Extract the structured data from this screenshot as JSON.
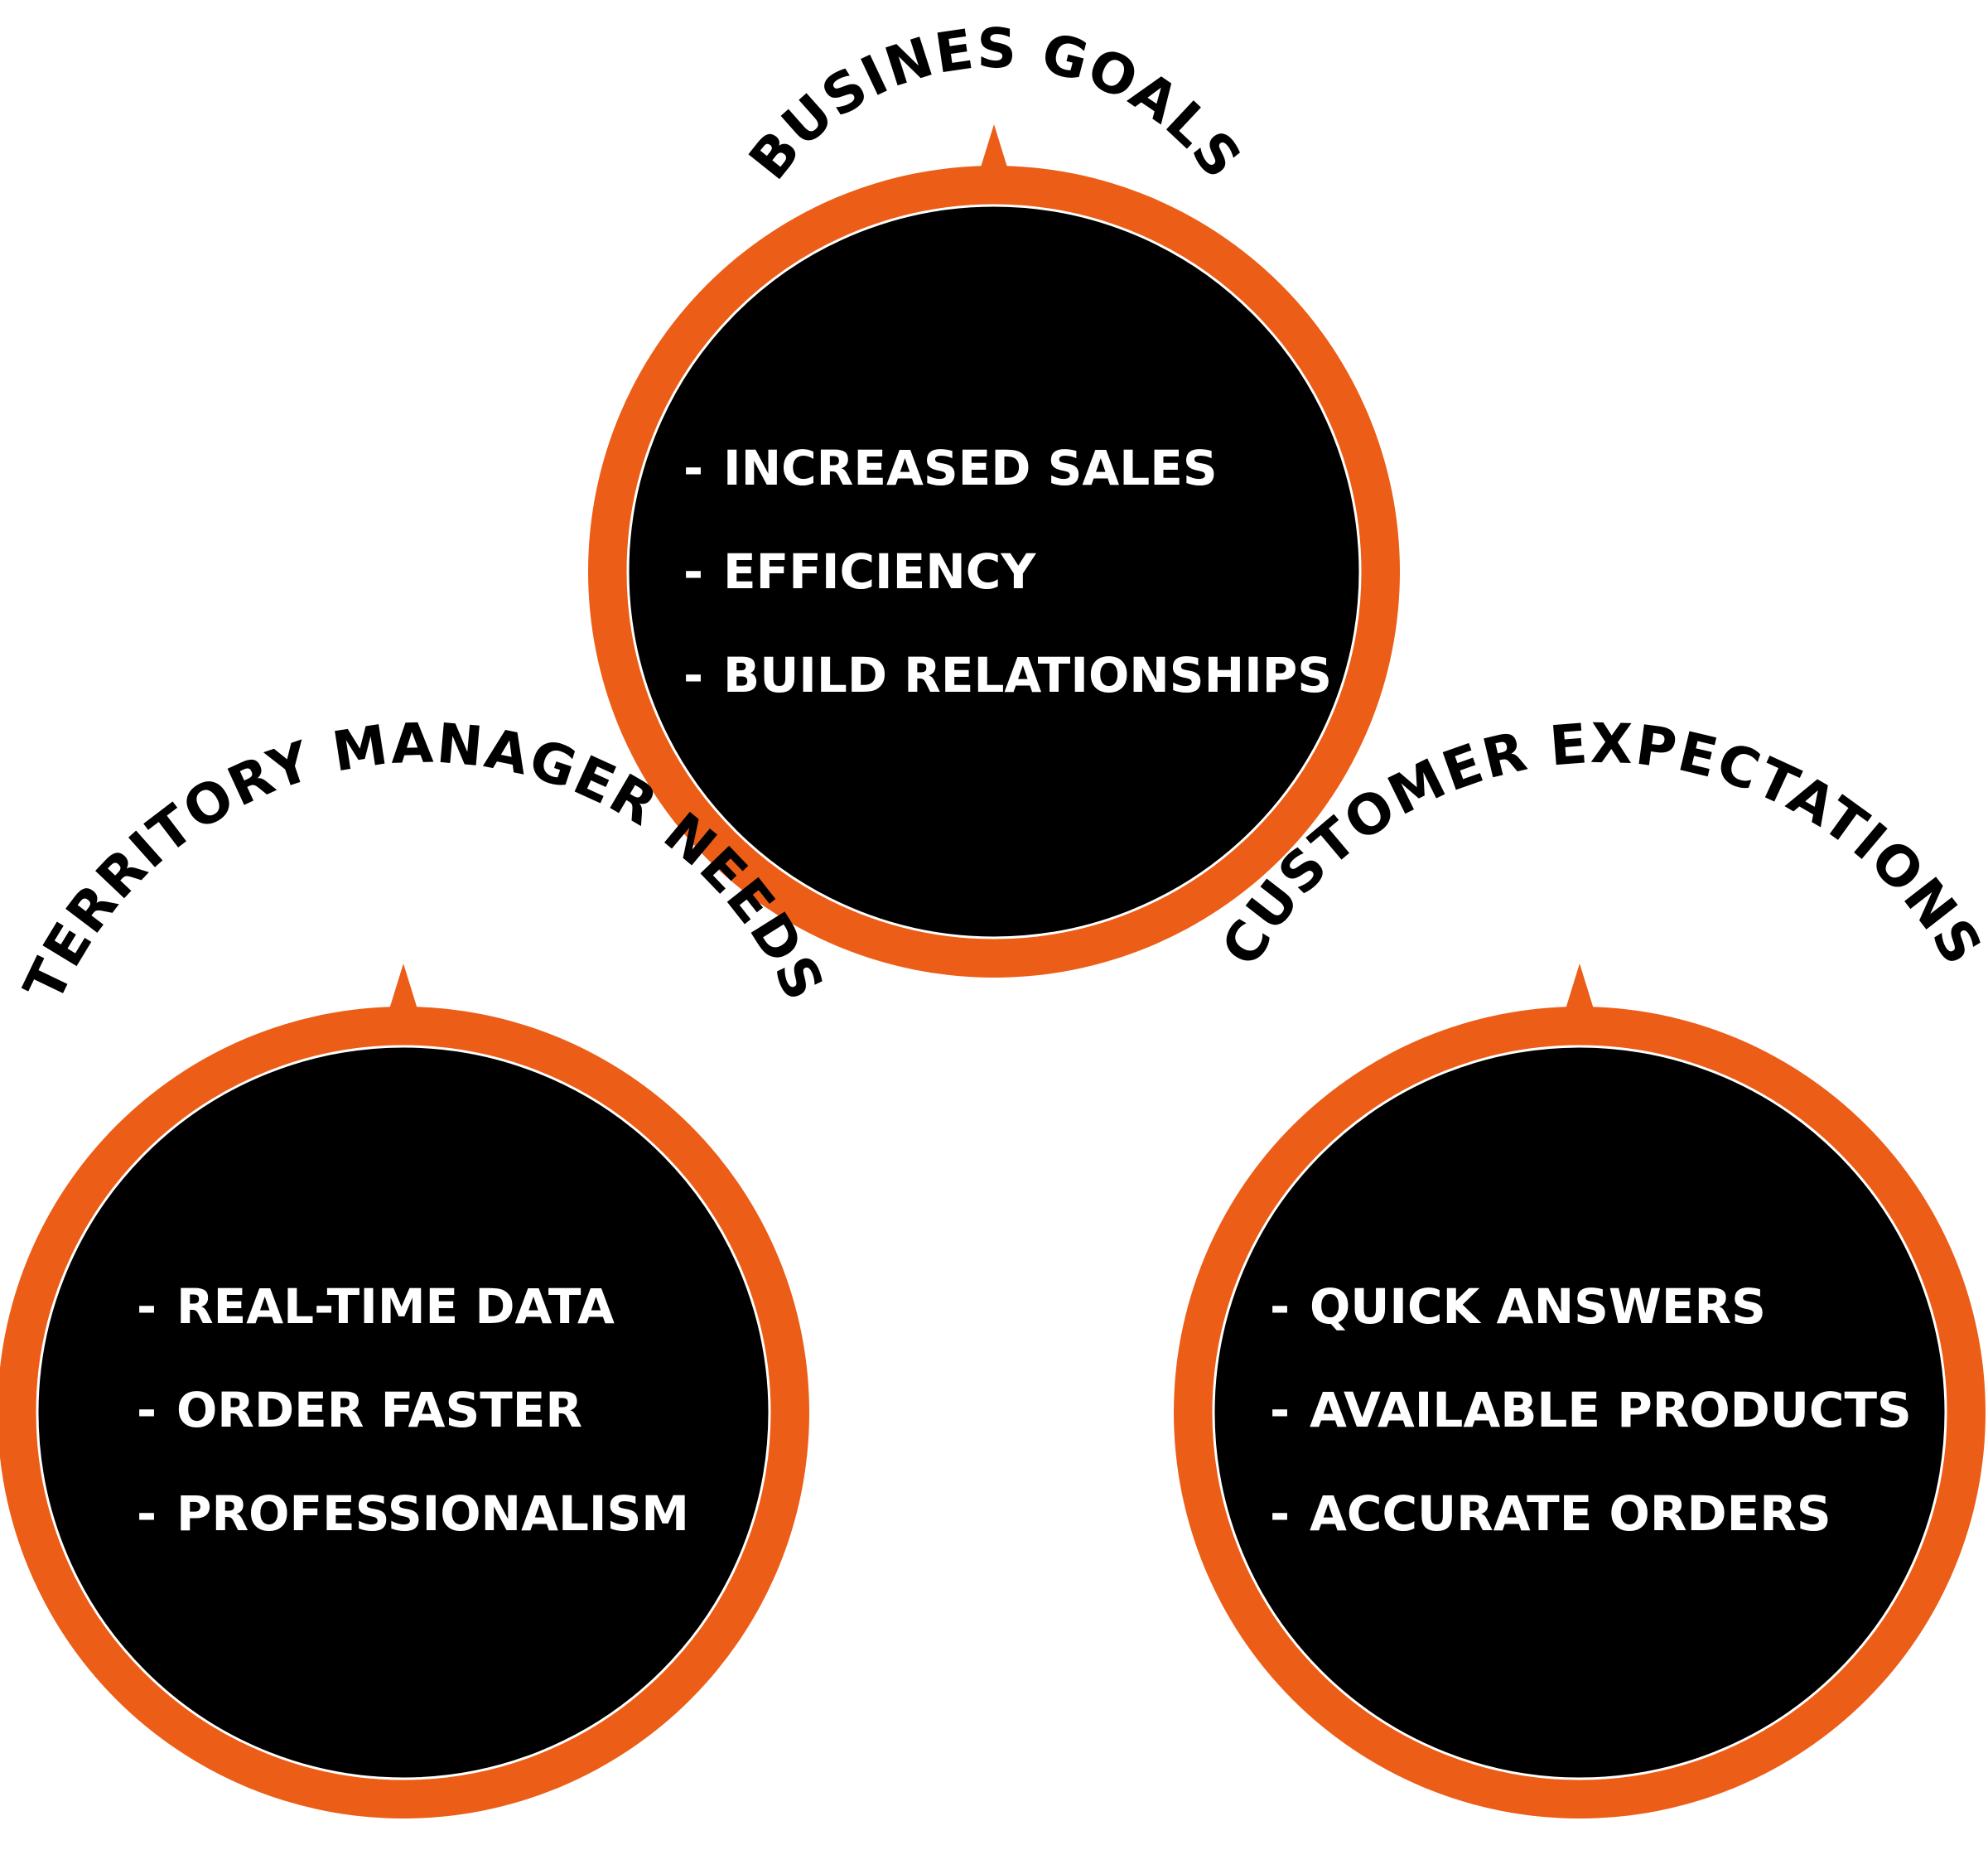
{
  "colors": {
    "ring": "#ec5d17",
    "disc": "#000000",
    "inner_line": "#ffffff",
    "title_text": "#000000",
    "bullet_text": "#ffffff"
  },
  "bullet_marker": "-",
  "circles": [
    {
      "id": "business-goals",
      "title": "BUSINES GOALS",
      "items": [
        "INCREASED SALES",
        "EFFICIENCY",
        "BUILD RELATIONSHIPS"
      ]
    },
    {
      "id": "territory-manager-needs",
      "title": "TERRITORY MANAGER NEEDS",
      "items": [
        "REAL-TIME DATA",
        "ORDER FASTER",
        "PROFESSIONALISM"
      ]
    },
    {
      "id": "customer-expectations",
      "title": "CUSTOMER EXPECTATIONS",
      "items": [
        "QUICK ANSWERS",
        "AVAILABLE PRODUCTS",
        "ACCURATE ORDERS"
      ]
    }
  ]
}
